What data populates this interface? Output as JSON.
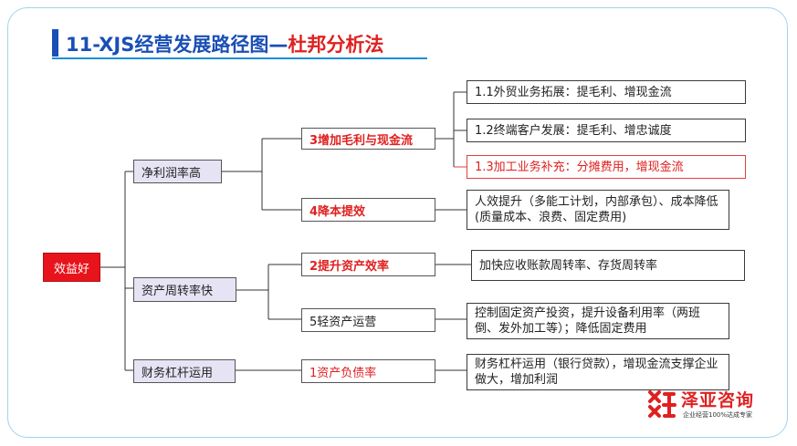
{
  "title": {
    "main": "11-XJS经营发展路径图—",
    "accent": "杜邦分析法"
  },
  "root": "效益好",
  "level1": [
    "净利润率高",
    "资产周转率快",
    "财务杠杆运用"
  ],
  "level2": [
    "3增加毛利与现金流",
    "4降本提效",
    "2提升资产效率",
    "5轻资产运营",
    "1资产负债率"
  ],
  "leaves": [
    "1.1外贸业务拓展：提毛利、增现金流",
    "1.2终端客户发展：提毛利、增忠诚度",
    "1.3加工业务补充：分摊费用，增现金流",
    "人效提升（多能工计划，内部承包）、成本降低(质量成本、浪费、固定费用)",
    "加快应收账款周转率、存货周转率",
    "控制固定资产投资，提升设备利用率（两班倒、发外加工等）；降低固定费用",
    "财务杠杆运用（银行贷款），增现金流支撑企业做大，增加利润"
  ],
  "logo": {
    "name": "泽亚咨询",
    "slogan": "企业经营100%达成专家"
  },
  "colors": {
    "title_blue": "#1a4fb5",
    "accent_red": "#e02020",
    "root_fill": "#e8141c",
    "level1_fill": "#e6e4f4",
    "frame_border": "#9fd3ee"
  }
}
